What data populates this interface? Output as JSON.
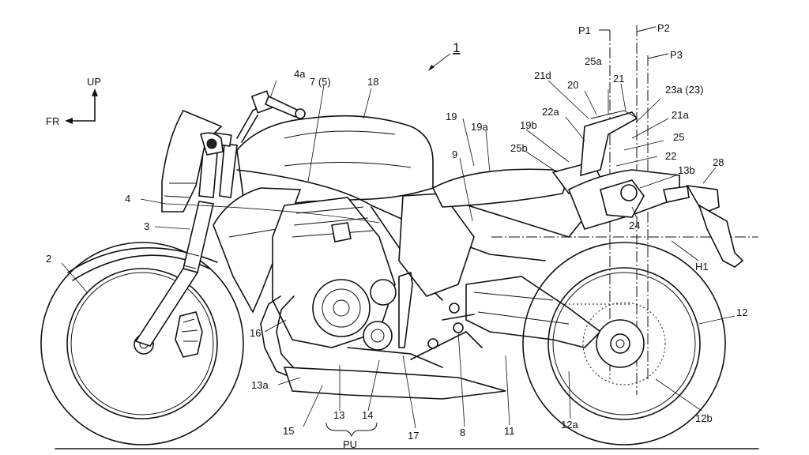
{
  "figure": {
    "figure_number": "1",
    "orientation": {
      "up": "UP",
      "front": "FR"
    },
    "labels": [
      {
        "id": "l-4a",
        "text": "4a"
      },
      {
        "id": "l-7-5",
        "text": "7 (5)"
      },
      {
        "id": "l-18",
        "text": "18"
      },
      {
        "id": "l-4",
        "text": "4"
      },
      {
        "id": "l-3",
        "text": "3"
      },
      {
        "id": "l-2",
        "text": "2"
      },
      {
        "id": "l-16",
        "text": "16"
      },
      {
        "id": "l-13a",
        "text": "13a"
      },
      {
        "id": "l-15",
        "text": "15"
      },
      {
        "id": "l-13",
        "text": "13"
      },
      {
        "id": "l-14",
        "text": "14"
      },
      {
        "id": "l-pu",
        "text": "PU"
      },
      {
        "id": "l-17",
        "text": "17"
      },
      {
        "id": "l-8",
        "text": "8"
      },
      {
        "id": "l-11",
        "text": "11"
      },
      {
        "id": "l-12a",
        "text": "12a"
      },
      {
        "id": "l-12b",
        "text": "12b"
      },
      {
        "id": "l-12",
        "text": "12"
      },
      {
        "id": "l-9",
        "text": "9"
      },
      {
        "id": "l-19",
        "text": "19"
      },
      {
        "id": "l-19a",
        "text": "19a"
      },
      {
        "id": "l-19b",
        "text": "19b"
      },
      {
        "id": "l-25b",
        "text": "25b"
      },
      {
        "id": "l-21d",
        "text": "21d"
      },
      {
        "id": "l-20",
        "text": "20"
      },
      {
        "id": "l-25a",
        "text": "25a"
      },
      {
        "id": "l-21",
        "text": "21"
      },
      {
        "id": "l-22a",
        "text": "22a"
      },
      {
        "id": "l-23a-23",
        "text": "23a (23)"
      },
      {
        "id": "l-21a",
        "text": "21a"
      },
      {
        "id": "l-25",
        "text": "25"
      },
      {
        "id": "l-22",
        "text": "22"
      },
      {
        "id": "l-13b",
        "text": "13b"
      },
      {
        "id": "l-28",
        "text": "28"
      },
      {
        "id": "l-24",
        "text": "24"
      },
      {
        "id": "l-h1",
        "text": "H1"
      },
      {
        "id": "l-p1",
        "text": "P1"
      },
      {
        "id": "l-p2",
        "text": "P2"
      },
      {
        "id": "l-p3",
        "text": "P3"
      }
    ]
  }
}
